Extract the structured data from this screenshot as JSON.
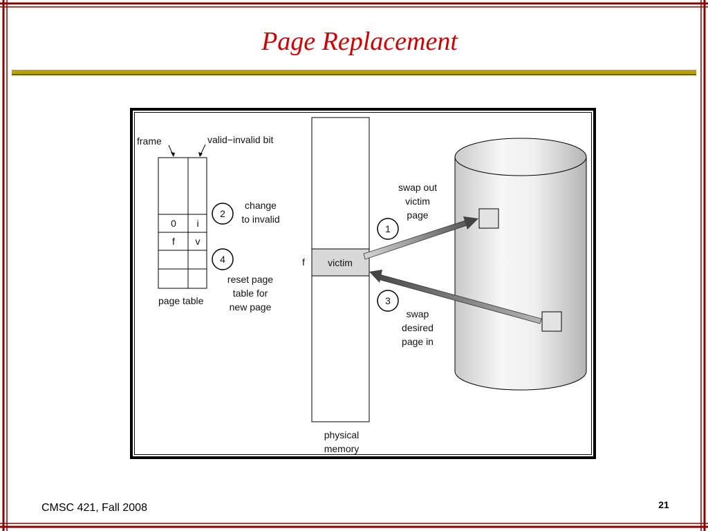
{
  "slide": {
    "title": "Page Replacement",
    "footer_left": "CMSC 421, Fall 2008",
    "page_number": "21"
  },
  "colors": {
    "border": "#8b0000",
    "title": "#cc0000",
    "rule": "#b8a000"
  },
  "diagram": {
    "page_table": {
      "header_frame": "frame",
      "header_valid": "valid−invalid bit",
      "rows": [
        {
          "frame": "0",
          "bit": "i"
        },
        {
          "frame": "f",
          "bit": "v"
        }
      ],
      "caption": "page table"
    },
    "steps": [
      {
        "number": "1",
        "label_lines": [
          "swap out",
          "victim",
          "page"
        ]
      },
      {
        "number": "2",
        "label_lines": [
          "change",
          "to invalid"
        ]
      },
      {
        "number": "3",
        "label_lines": [
          "swap",
          "desired",
          "page in"
        ]
      },
      {
        "number": "4",
        "label_lines": [
          "reset page",
          "table for",
          "new page"
        ]
      }
    ],
    "physical_memory": {
      "frame_label": "f",
      "victim_label": "victim",
      "caption_lines": [
        "physical",
        "memory"
      ]
    }
  }
}
